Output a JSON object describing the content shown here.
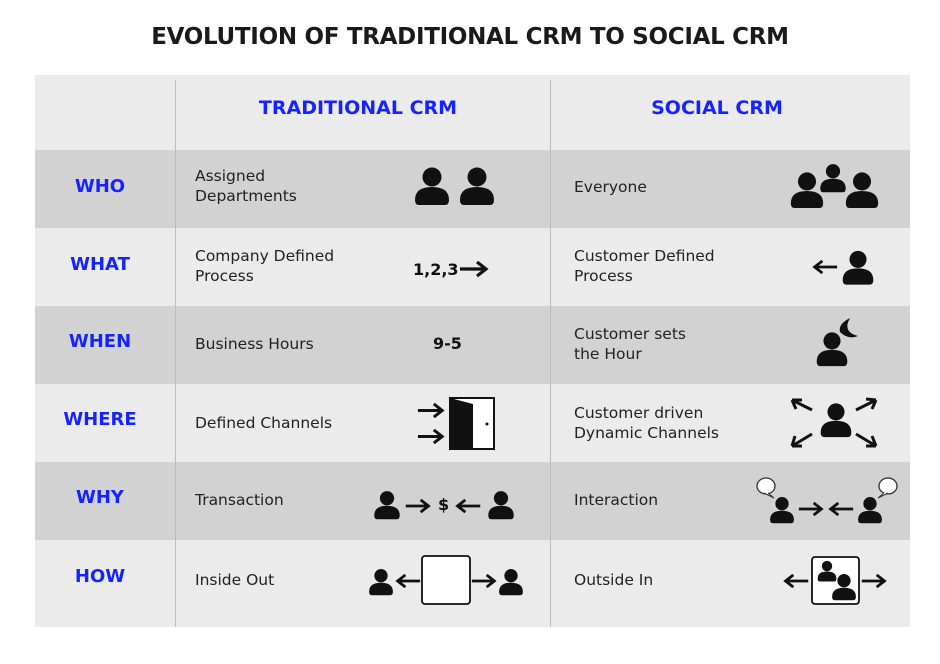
{
  "title": "EVOLUTION OF TRADITIONAL CRM TO SOCIAL CRM",
  "columns": {
    "traditional": "TRADITIONAL CRM",
    "social": "SOCIAL CRM"
  },
  "rows": [
    {
      "label": "WHO",
      "traditional": "Assigned\nDepartments",
      "traditional_icon": "two-persons-icon",
      "social": "Everyone",
      "social_icon": "group-icon"
    },
    {
      "label": "WHAT",
      "traditional": "Company Defined\nProcess",
      "traditional_icon_text": "1,2,3",
      "social": "Customer Defined\nProcess",
      "social_icon": "arrow-to-person-icon"
    },
    {
      "label": "WHEN",
      "traditional": "Business Hours",
      "traditional_icon_text": "9-5",
      "social": "Customer sets\nthe Hour",
      "social_icon": "person-moon-icon"
    },
    {
      "label": "WHERE",
      "traditional": "Defined Channels",
      "traditional_icon": "arrows-into-door-icon",
      "social": "Customer driven\nDynamic Channels",
      "social_icon": "person-arrows-out-icon"
    },
    {
      "label": "WHY",
      "traditional": "Transaction",
      "traditional_icon_text": "$",
      "social": "Interaction",
      "social_icon": "persons-speech-icon"
    },
    {
      "label": "HOW",
      "traditional": "Inside Out",
      "traditional_icon": "box-arrows-out-icon",
      "social": "Outside In",
      "social_icon": "box-people-arrows-icon"
    }
  ],
  "colors": {
    "label_blue": "#1524ff",
    "row_light": "#ebebeb",
    "row_dark": "#d2d2d2"
  }
}
